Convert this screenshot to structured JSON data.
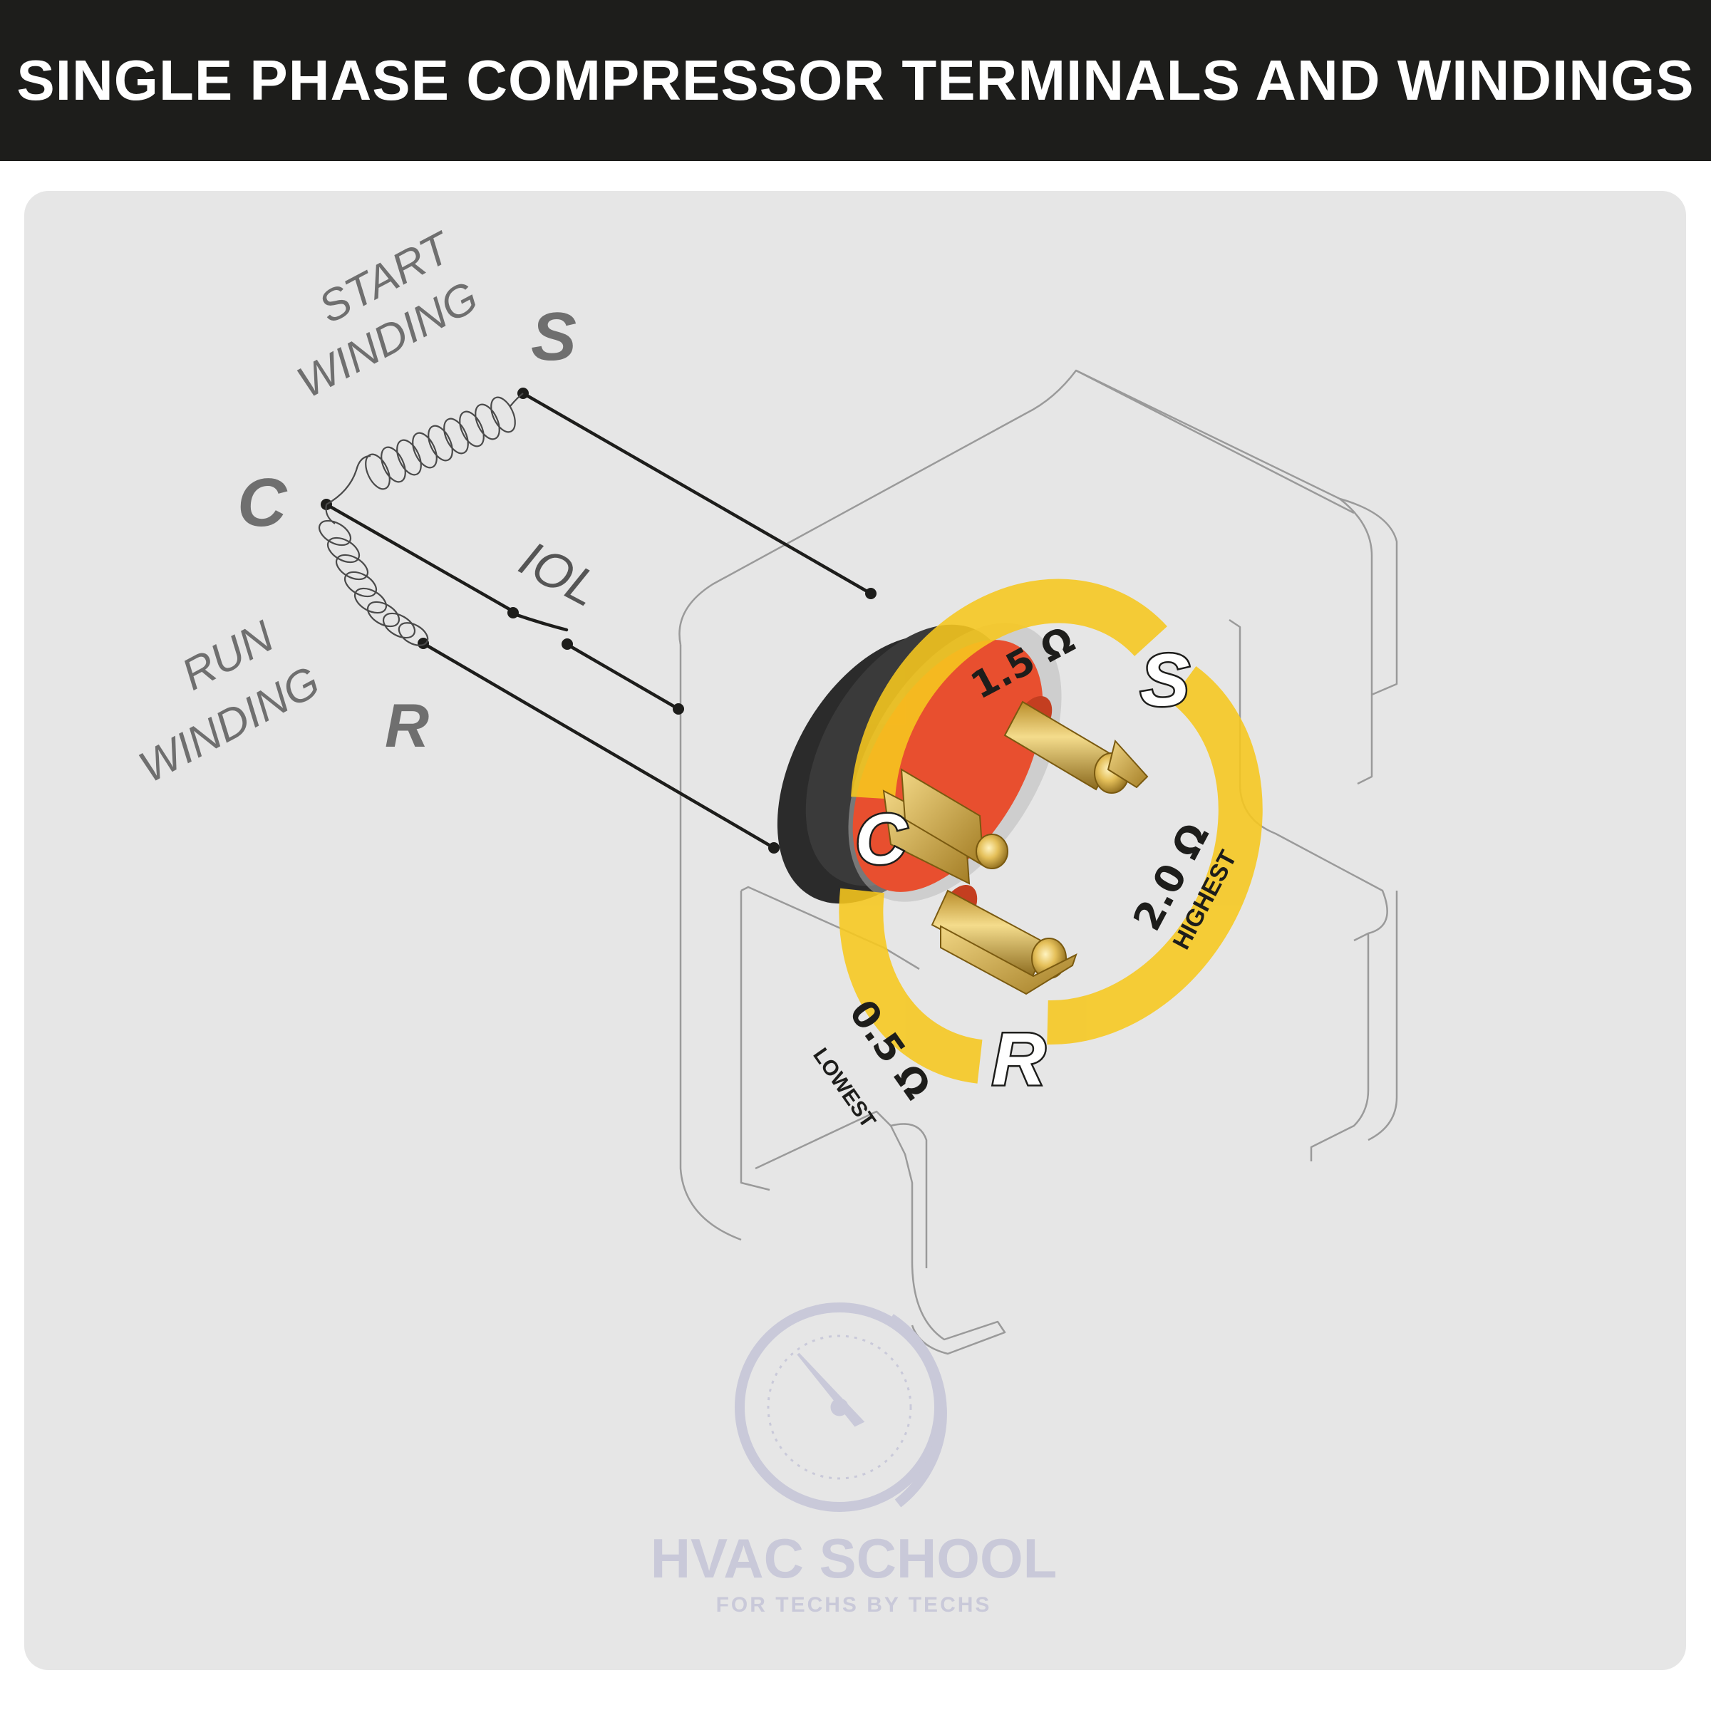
{
  "header": {
    "title": "SINGLE PHASE COMPRESSOR TERMINALS AND WINDINGS"
  },
  "schematic": {
    "start_winding": [
      "START",
      "WINDING"
    ],
    "run_winding": [
      "RUN",
      "WINDING"
    ],
    "terminal_c": "C",
    "terminal_s": "S",
    "terminal_r": "R",
    "overload": "IOL"
  },
  "terminal_block": {
    "label_c": "C",
    "label_s": "S",
    "label_r": "R",
    "cs_resistance": "1.5 Ω",
    "sr_resistance": "2.0 Ω",
    "sr_note": "HIGHEST",
    "cr_resistance": "0.5 Ω",
    "cr_note": "LOWEST"
  },
  "watermark": {
    "title": "HVAC SCHOOL",
    "subtitle": "FOR TECHS BY TECHS"
  },
  "colors": {
    "header_bg": "#1d1d1b",
    "panel_bg": "#e6e6e6",
    "highlight_yellow": "#f7c81e",
    "terminal_red": "#e84f2f",
    "brass": "#d9b24a"
  }
}
